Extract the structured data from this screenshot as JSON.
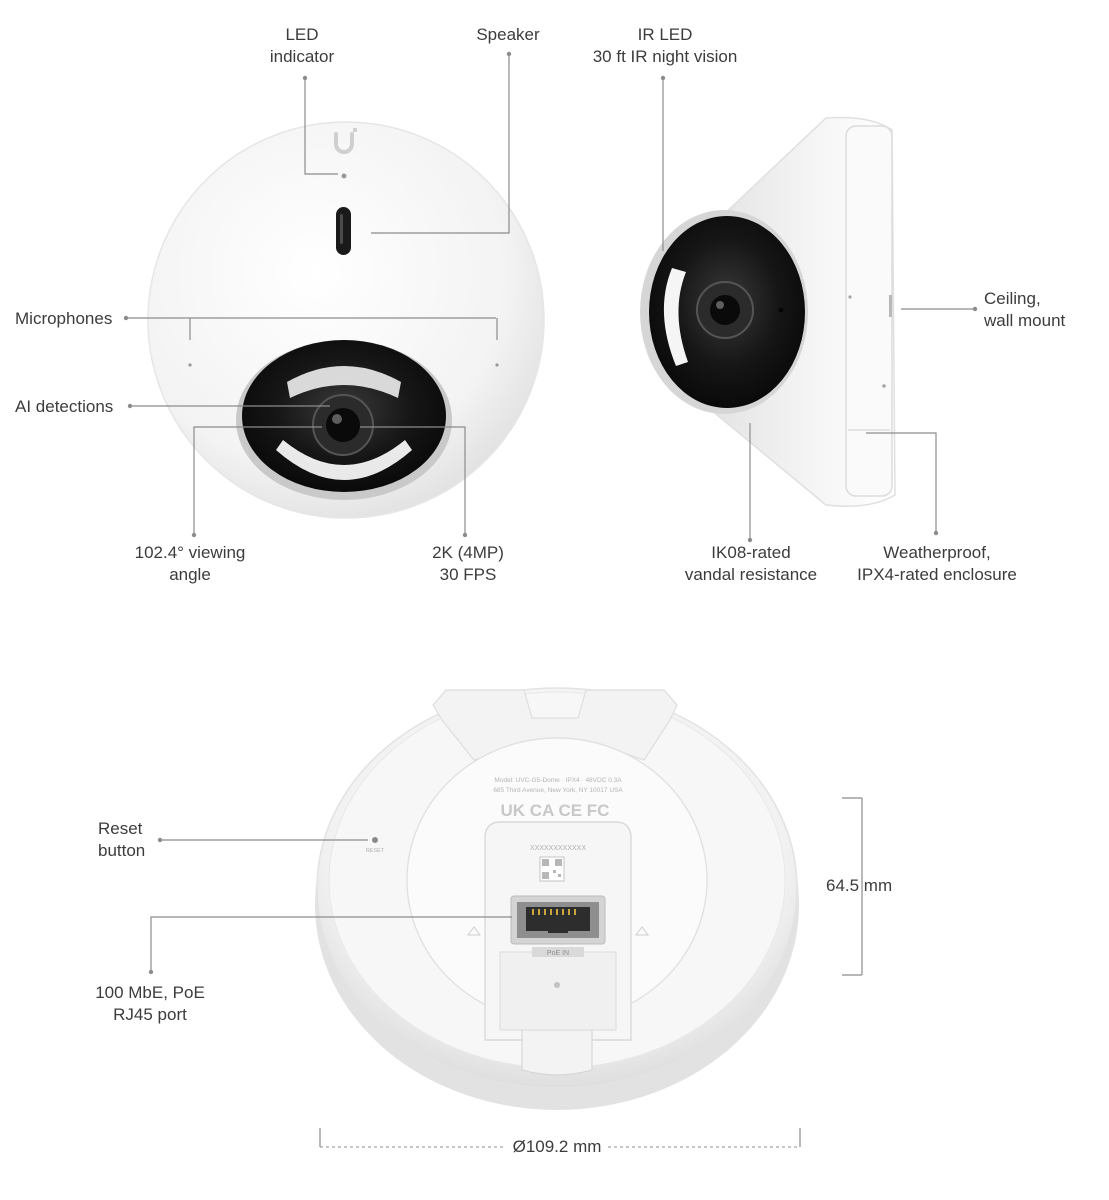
{
  "front_view": {
    "led": {
      "line1": "LED",
      "line2": "indicator"
    },
    "speaker": "Speaker",
    "microphones": "Microphones",
    "ai": "AI detections",
    "angle": {
      "line1": "102.4° viewing",
      "line2": "angle"
    },
    "resolution": {
      "line1": "2K (4MP)",
      "line2": "30 FPS"
    }
  },
  "side_view": {
    "ir": {
      "line1": "IR LED",
      "line2": "30 ft IR night vision"
    },
    "mount": {
      "line1": "Ceiling,",
      "line2": "wall mount"
    },
    "ik08": {
      "line1": "IK08-rated",
      "line2": "vandal resistance"
    },
    "enclosure": {
      "line1": "Weatherproof,",
      "line2": "IPX4-rated enclosure"
    }
  },
  "bottom_view": {
    "reset": {
      "line1": "Reset",
      "line2": "button"
    },
    "rj45": {
      "line1": "100 MbE, PoE",
      "line2": "RJ45 port"
    },
    "height": "64.5 mm",
    "diameter": "Ø109.2 mm",
    "regulatory": "UK CA  CE  FC",
    "port_label": "PoE IN",
    "reset_small": "RESET",
    "fine_print": "XXXXXXXXXXXX"
  },
  "colors": {
    "line": "#8c8c8c",
    "body": "#f4f4f4",
    "shadow": "#d8d8d8",
    "lens": "#1b1b1b",
    "text": "#3c3c3c"
  },
  "icons": [
    "ubiquiti-logo-icon",
    "qr-code-icon"
  ]
}
